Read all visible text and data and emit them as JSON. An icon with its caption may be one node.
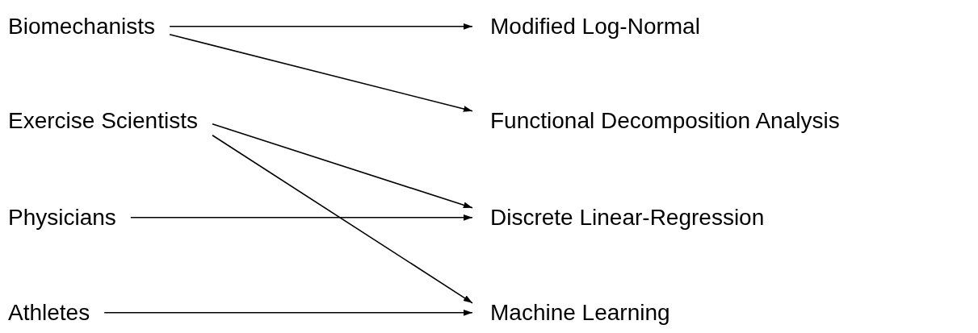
{
  "diagram": {
    "nodes": [
      {
        "text": [
          "Biomechanists"
        ]
      },
      {
        "text": [
          "Exercise Scientists"
        ]
      },
      {
        "text": [
          "Physicians"
        ]
      },
      {
        "text": [
          "Athletes"
        ]
      },
      {
        "text": [
          "Modified Log-Normal"
        ]
      },
      {
        "text": [
          "Functional Decomposition Analysis"
        ]
      },
      {
        "text": [
          "Discrete Linear-Regression"
        ]
      },
      {
        "text": [
          "Machine Learning"
        ]
      }
    ],
    "edges": [
      {
        "from": 0,
        "to": 4,
        "arrow": "to"
      },
      {
        "from": 0,
        "to": 5,
        "arrow": "to"
      },
      {
        "from": 1,
        "to": 6,
        "arrow": "to"
      },
      {
        "from": 1,
        "to": 7,
        "arrow": "to"
      },
      {
        "from": 2,
        "to": 6,
        "arrow": "to"
      },
      {
        "from": 3,
        "to": 7,
        "arrow": "to"
      }
    ]
  }
}
